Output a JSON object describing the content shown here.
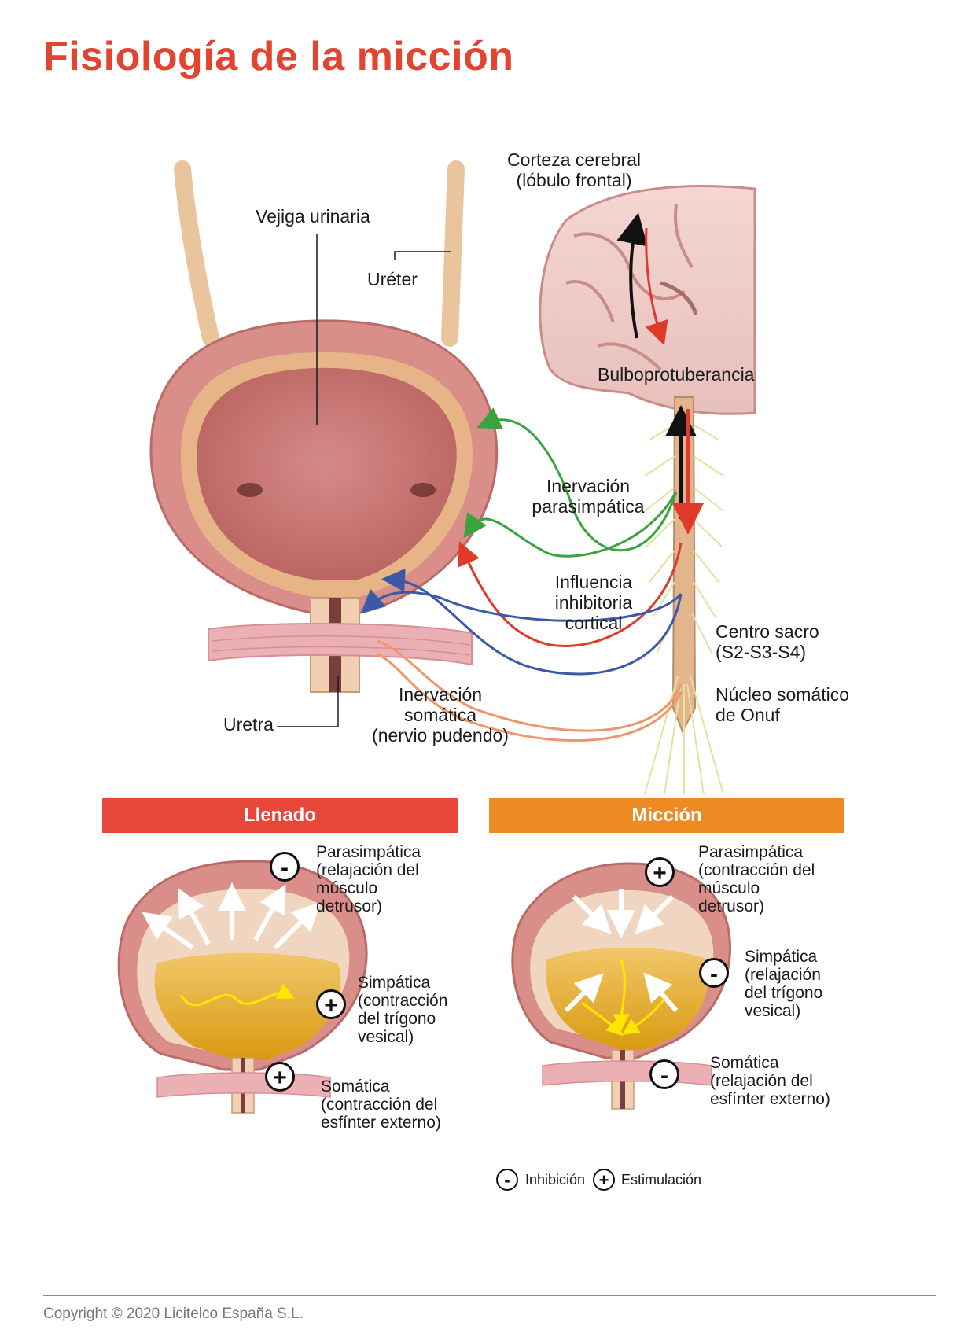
{
  "title": "Fisiología de la micción",
  "labels": {
    "corteza": [
      "Corteza cerebral",
      "(lóbulo frontal)"
    ],
    "vejiga": "Vejiga urinaria",
    "ureter": "Uréter",
    "bulbo": "Bulboprotuberancia",
    "parasimpatica": [
      "Inervación",
      "parasimpática"
    ],
    "influencia": [
      "Influencia",
      "inhibitoria",
      "cortical"
    ],
    "centro_sacro": [
      "Centro sacro",
      "(S2-S3-S4)"
    ],
    "nucleo": [
      "Núcleo somático",
      "de Onuf"
    ],
    "somatica": [
      "Inervación",
      "somática",
      "(nervio pudendo)"
    ],
    "uretra": "Uretra"
  },
  "panels": {
    "llenado": {
      "title": "Llenado",
      "para_sign": "-",
      "para": [
        "Parasimpática",
        "(relajación del",
        "músculo",
        "detrusor)"
      ],
      "simp_sign": "+",
      "simp": [
        "Simpática",
        "(contracción",
        "del trígono",
        "vesical)"
      ],
      "soma_sign": "+",
      "soma": [
        "Somática",
        "(contracción del",
        "esfínter externo)"
      ]
    },
    "miccion": {
      "title": "Micción",
      "para_sign": "+",
      "para": [
        "Parasimpática",
        "(contracción del",
        "músculo",
        "detrusor)"
      ],
      "simp_sign": "-",
      "simp": [
        "Simpática",
        "(relajación",
        "del trígono",
        "vesical)"
      ],
      "soma_sign": "-",
      "soma": [
        "Somática",
        "(relajación del",
        "esfínter externo)"
      ]
    }
  },
  "legend": {
    "minus_sign": "-",
    "minus": "Inhibición",
    "plus_sign": "+",
    "plus": "Estimulación"
  },
  "colors": {
    "title": "#e2452f",
    "llenado_header": "#e8473a",
    "miccion_header": "#ee8a22",
    "parasympathetic_path": "#3aa33e",
    "cortical_path": "#e03a2a",
    "sympathetic_path": "#3a5aa8",
    "somatic_path": "#f0956a"
  },
  "copyright": "Copyright © 2020 Licitelco España S.L."
}
